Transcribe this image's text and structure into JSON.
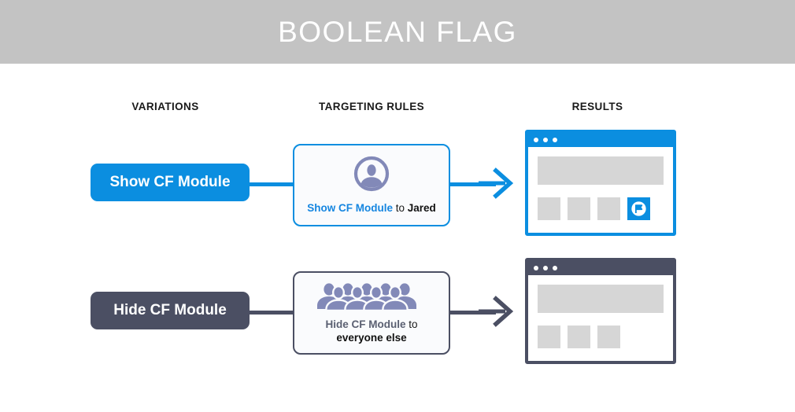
{
  "header": {
    "title": "BOOLEAN FLAG",
    "bg_color": "#c3c3c3",
    "text_color": "#ffffff"
  },
  "colors": {
    "accent_blue": "#0b8ee0",
    "dark_slate": "#4b4f63",
    "icon_purple": "#8289b8",
    "placeholder_gray": "#d6d6d6",
    "card_bg": "#fafbfd"
  },
  "columns": [
    {
      "label": "VARIATIONS"
    },
    {
      "label": "TARGETING RULES"
    },
    {
      "label": "RESULTS"
    }
  ],
  "rows": [
    {
      "variation": {
        "label": "Show CF Module",
        "style": "blue"
      },
      "rule": {
        "icon": "single-user-icon",
        "text_parts": [
          {
            "text": "Show CF Module",
            "style": "blue-bold"
          },
          {
            "text": " to ",
            "style": "plain"
          },
          {
            "text": "Jared",
            "style": "dark-bold"
          }
        ],
        "style": "blue"
      },
      "arrow": {
        "style": "blue"
      },
      "result": {
        "style": "blue",
        "dots": 3,
        "tiles": [
          {
            "type": "placeholder"
          },
          {
            "type": "placeholder"
          },
          {
            "type": "placeholder"
          },
          {
            "type": "flag",
            "icon": "flag-badge-icon"
          }
        ]
      }
    },
    {
      "variation": {
        "label": "Hide CF Module",
        "style": "dark"
      },
      "rule": {
        "icon": "crowd-of-people-icon",
        "text_parts": [
          {
            "text": "Hide CF Module",
            "style": "slate-bold"
          },
          {
            "text": " to",
            "style": "plain"
          },
          {
            "text": "everyone else",
            "style": "dark-bold"
          }
        ],
        "style": "dark"
      },
      "arrow": {
        "style": "dark"
      },
      "result": {
        "style": "dark",
        "dots": 3,
        "tiles": [
          {
            "type": "placeholder"
          },
          {
            "type": "placeholder"
          },
          {
            "type": "placeholder"
          }
        ]
      }
    }
  ]
}
